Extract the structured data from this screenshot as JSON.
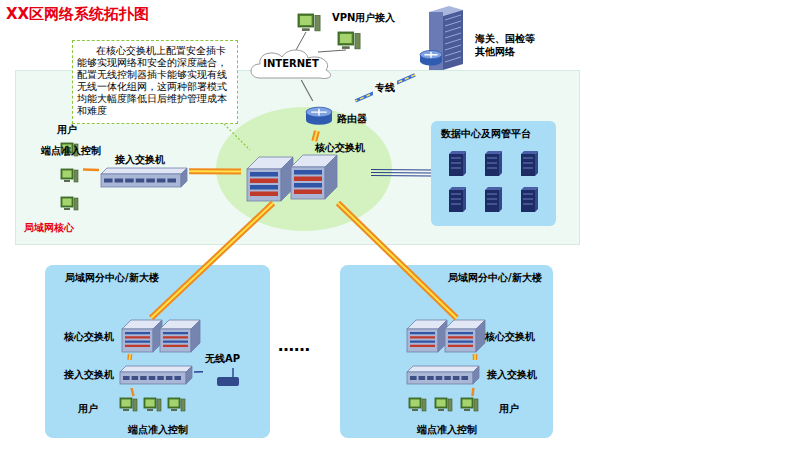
{
  "diagram": {
    "title": "XX区网络系统拓扑图",
    "nodes": [
      {
        "text": [
          "局域网核心"
        ]
      },
      {
        "text": [
          "INTERNET"
        ]
      },
      {
        "text": [
          "海关、国检等其他网络"
        ]
      },
      {
        "text": [
          "路由器"
        ],
        "in": 0
      },
      {
        "text": [
          "在核心交换机上配置安全插卡能够实现网络和安全的深度融合，配置无线控制器插卡能够实现有线无线一体化组网，这两种部署模式均能大幅度降低日后维护管理成本和难度"
        ]
      },
      {
        "text": [
          "核心交换机"
        ],
        "in": 0
      },
      {
        "text": [
          "数据中心及网管平台"
        ],
        "in": 0
      },
      {
        "text": [
          "接入交换机"
        ],
        "in": 0
      },
      {
        "text": [
          "用户",
          "端点准入控制"
        ],
        "in": 0
      },
      {
        "text": [
          "局域网分中心/新大楼"
        ]
      },
      {
        "text": [
          "核心交换机"
        ],
        "in": 9
      },
      {
        "text": [
          "接入交换机"
        ],
        "in": 9
      },
      {
        "text": [
          "无线AP"
        ],
        "in": 9
      },
      {
        "text": [
          "用户",
          "端点准入控制"
        ],
        "in": 9
      },
      {
        "text": [
          "局域网分中心/新大楼"
        ]
      },
      {
        "text": [
          "核心交换机"
        ],
        "in": 14
      },
      {
        "text": [
          "接入交换机"
        ],
        "in": 14
      },
      {
        "text": [
          "用户",
          "端点准入控制"
        ],
        "in": 14
      }
    ],
    "edges": [
      {
        "from": 1,
        "to": 3,
        "arrow": "none"
      },
      {
        "from": 2,
        "to": 3,
        "label": "专线",
        "arrow": "none"
      },
      {
        "from": 3,
        "to": 5,
        "arrow": "none"
      },
      {
        "from": 5,
        "to": 7,
        "arrow": "none"
      },
      {
        "from": 7,
        "to": 8,
        "arrow": "none"
      },
      {
        "from": 5,
        "to": 6,
        "arrow": "none"
      },
      {
        "from": 5,
        "to": 10,
        "arrow": "none"
      },
      {
        "from": 5,
        "to": 15,
        "arrow": "none"
      },
      {
        "from": 10,
        "to": 11,
        "arrow": "none"
      },
      {
        "from": 11,
        "to": 12,
        "arrow": "none"
      },
      {
        "from": 11,
        "to": 13,
        "arrow": "none"
      },
      {
        "from": 15,
        "to": 16,
        "arrow": "none"
      },
      {
        "from": 16,
        "to": 17,
        "arrow": "none"
      }
    ],
    "labels": [
      "VPN用户接入",
      "……"
    ]
  }
}
